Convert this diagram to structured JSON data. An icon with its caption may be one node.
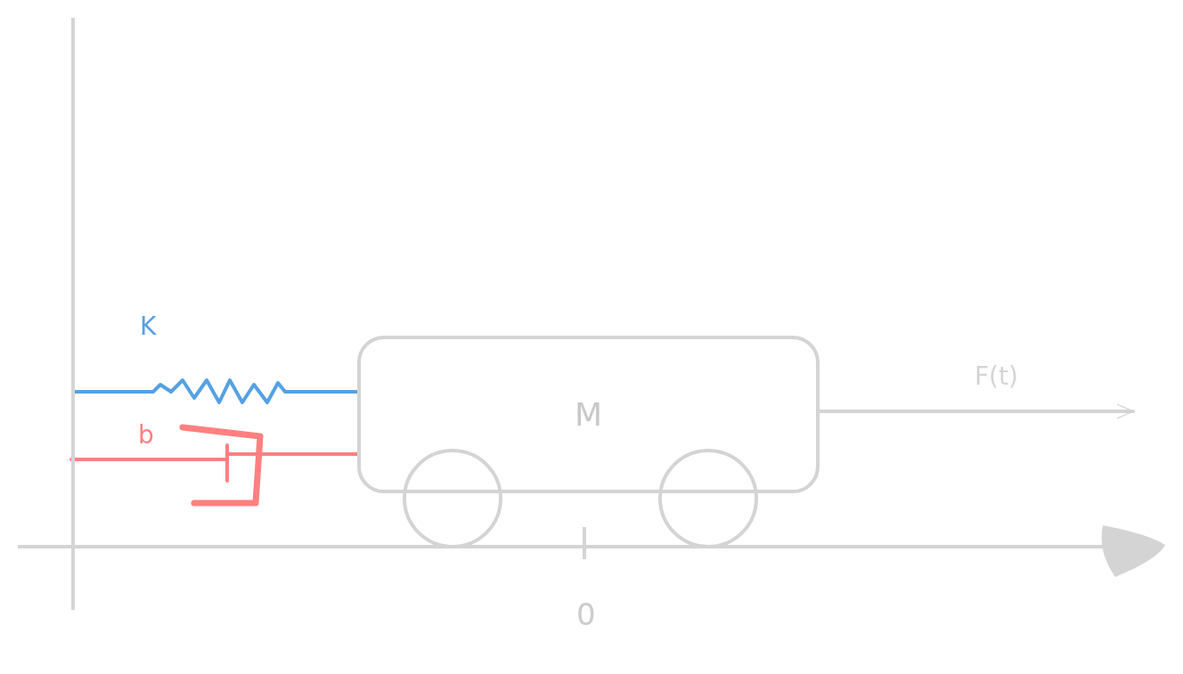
{
  "diagram": {
    "nodes": [
      {
        "text": [],
        "shape": "bar"
      },
      {
        "text": [
          "M"
        ]
      }
    ],
    "edges": [
      {
        "from": 0,
        "to": 1,
        "arrow": "none",
        "label": "K",
        "color": "#55a1e3"
      },
      {
        "from": 0,
        "to": 1,
        "arrow": "none",
        "label": "b",
        "color": "#ff8080"
      },
      {
        "from": 1,
        "to": null,
        "arrow": "to",
        "label": "F(t)",
        "color": "#d4d4d4"
      }
    ],
    "labels": [
      "0"
    ]
  }
}
